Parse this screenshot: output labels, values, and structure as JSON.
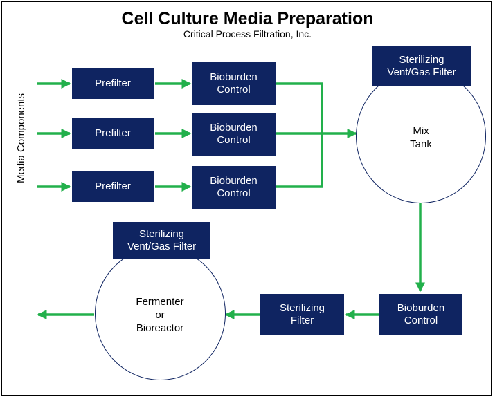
{
  "title": "Cell Culture Media Preparation",
  "subtitle": "Critical Process Filtration, Inc.",
  "side_label": "Media Components",
  "prefilters": [
    "Prefilter",
    "Prefilter",
    "Prefilter"
  ],
  "bioburden_controls": [
    "Bioburden\nControl",
    "Bioburden\nControl",
    "Bioburden\nControl"
  ],
  "mix_tank": {
    "vent_filter": "Sterilizing\nVent/Gas Filter",
    "label": "Mix\nTank"
  },
  "bottom_bioburden": "Bioburden\nControl",
  "sterilizing_filter": "Sterilizing\nFilter",
  "fermenter": {
    "vent_filter": "Sterilizing\nVent/Gas Filter",
    "label": "Fermenter\nor\nBioreactor"
  },
  "colors": {
    "box_fill": "#0f2461",
    "arrow": "#22b04b",
    "text_on_box": "#ffffff"
  }
}
